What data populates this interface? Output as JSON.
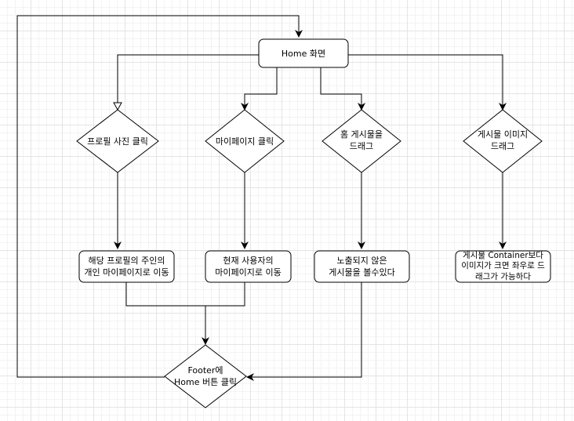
{
  "nodes": {
    "home": "Home 화면",
    "profile_photo_click": "프로필 사진 클릭",
    "mypage_click": "마이페이지 클릭",
    "home_post_drag": "홈 게시물을\n드래그",
    "post_image_drag": "게시물 이미지\n드래그",
    "move_owner_mypage": "해당 프로필의 주인의\n개인 마이페이지로 이동",
    "move_current_mypage": "현재 사용자의\n마이페이지로 이동",
    "see_hidden_posts": "노출되지 않은\n게시물을 볼수있다",
    "drag_image_left_right": "게시물 Container보다\n이미지가 크면 좌우로 드\n래그가 가능하다",
    "footer_home_click": "Footer에\nHome 버튼 클릭"
  },
  "colors": {
    "stroke": "#000000",
    "fill": "#ffffff",
    "grid": "#e4e4e4"
  }
}
